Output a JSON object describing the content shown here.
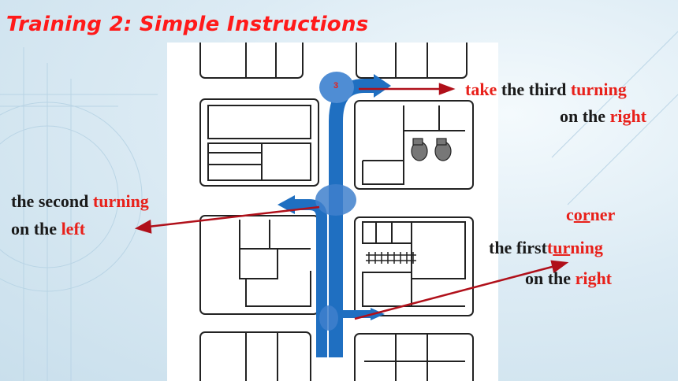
{
  "title": "Training 2: Simple Instructions",
  "step_marker": "3",
  "labels": {
    "take": "take",
    "third_a": "the third",
    "turning": "turning",
    "on_the": "on the",
    "right": "right",
    "second_a": "the second",
    "left": "left",
    "corner_c": "c",
    "corner_or": "or",
    "corner_ner": "ner",
    "first_a": "the first",
    "turning_t": "t",
    "turning_ur": "ur",
    "turning_ning": "ning"
  },
  "colors": {
    "accent_red": "#e8201a",
    "route_blue": "#1f6fc1",
    "arrow_darkred": "#b0101a"
  }
}
